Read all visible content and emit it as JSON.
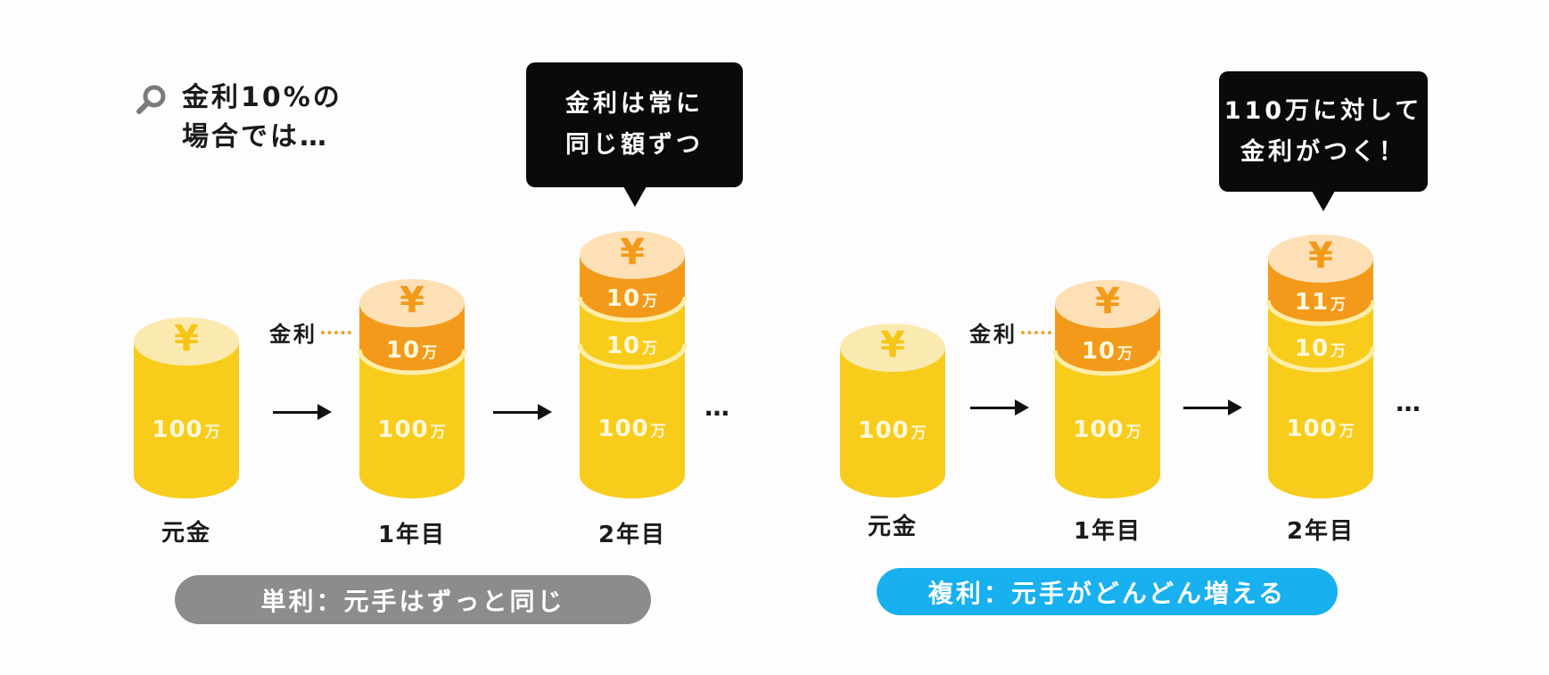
{
  "colors": {
    "coin_body": "#f8cc1a",
    "coin_top_principal": "#fbeab0",
    "coin_yen_principal": "#f5c518",
    "interest_band": "#f39a1a",
    "coin_top_interest": "#fde0b5",
    "coin_yen_interest": "#f39a1a",
    "separator": "#fdeeaa",
    "bubble_bg": "#0a0a0a",
    "simple_pill": "#8c8c8c",
    "compound_pill": "#18b0ee",
    "leader_dots": "#f0a030"
  },
  "heading": {
    "icon": "search-icon",
    "line1": "金利10%の",
    "line2": "場合では…"
  },
  "simple": {
    "bubble": {
      "line1": "金利は常に",
      "line2": "同じ額ずつ"
    },
    "interest_label": "金利",
    "stacks": [
      {
        "label": "元金",
        "top_symbol": "¥",
        "layers": [
          {
            "value": "100",
            "unit": "万"
          }
        ]
      },
      {
        "label": "1年目",
        "top_symbol": "¥",
        "layers": [
          {
            "value": "10",
            "unit": "万"
          },
          {
            "value": "100",
            "unit": "万"
          }
        ]
      },
      {
        "label": "2年目",
        "top_symbol": "¥",
        "layers": [
          {
            "value": "10",
            "unit": "万"
          },
          {
            "value": "10",
            "unit": "万"
          },
          {
            "value": "100",
            "unit": "万"
          }
        ]
      }
    ],
    "ellipsis": "…",
    "pill": "単利：元手はずっと同じ"
  },
  "compound": {
    "bubble": {
      "line1": "110万に対して",
      "line2": "金利がつく！"
    },
    "interest_label": "金利",
    "stacks": [
      {
        "label": "元金",
        "top_symbol": "¥",
        "layers": [
          {
            "value": "100",
            "unit": "万"
          }
        ]
      },
      {
        "label": "1年目",
        "top_symbol": "¥",
        "layers": [
          {
            "value": "10",
            "unit": "万"
          },
          {
            "value": "100",
            "unit": "万"
          }
        ]
      },
      {
        "label": "2年目",
        "top_symbol": "¥",
        "layers": [
          {
            "value": "11",
            "unit": "万"
          },
          {
            "value": "10",
            "unit": "万"
          },
          {
            "value": "100",
            "unit": "万"
          }
        ]
      }
    ],
    "ellipsis": "…",
    "pill": "複利：元手がどんどん増える"
  }
}
